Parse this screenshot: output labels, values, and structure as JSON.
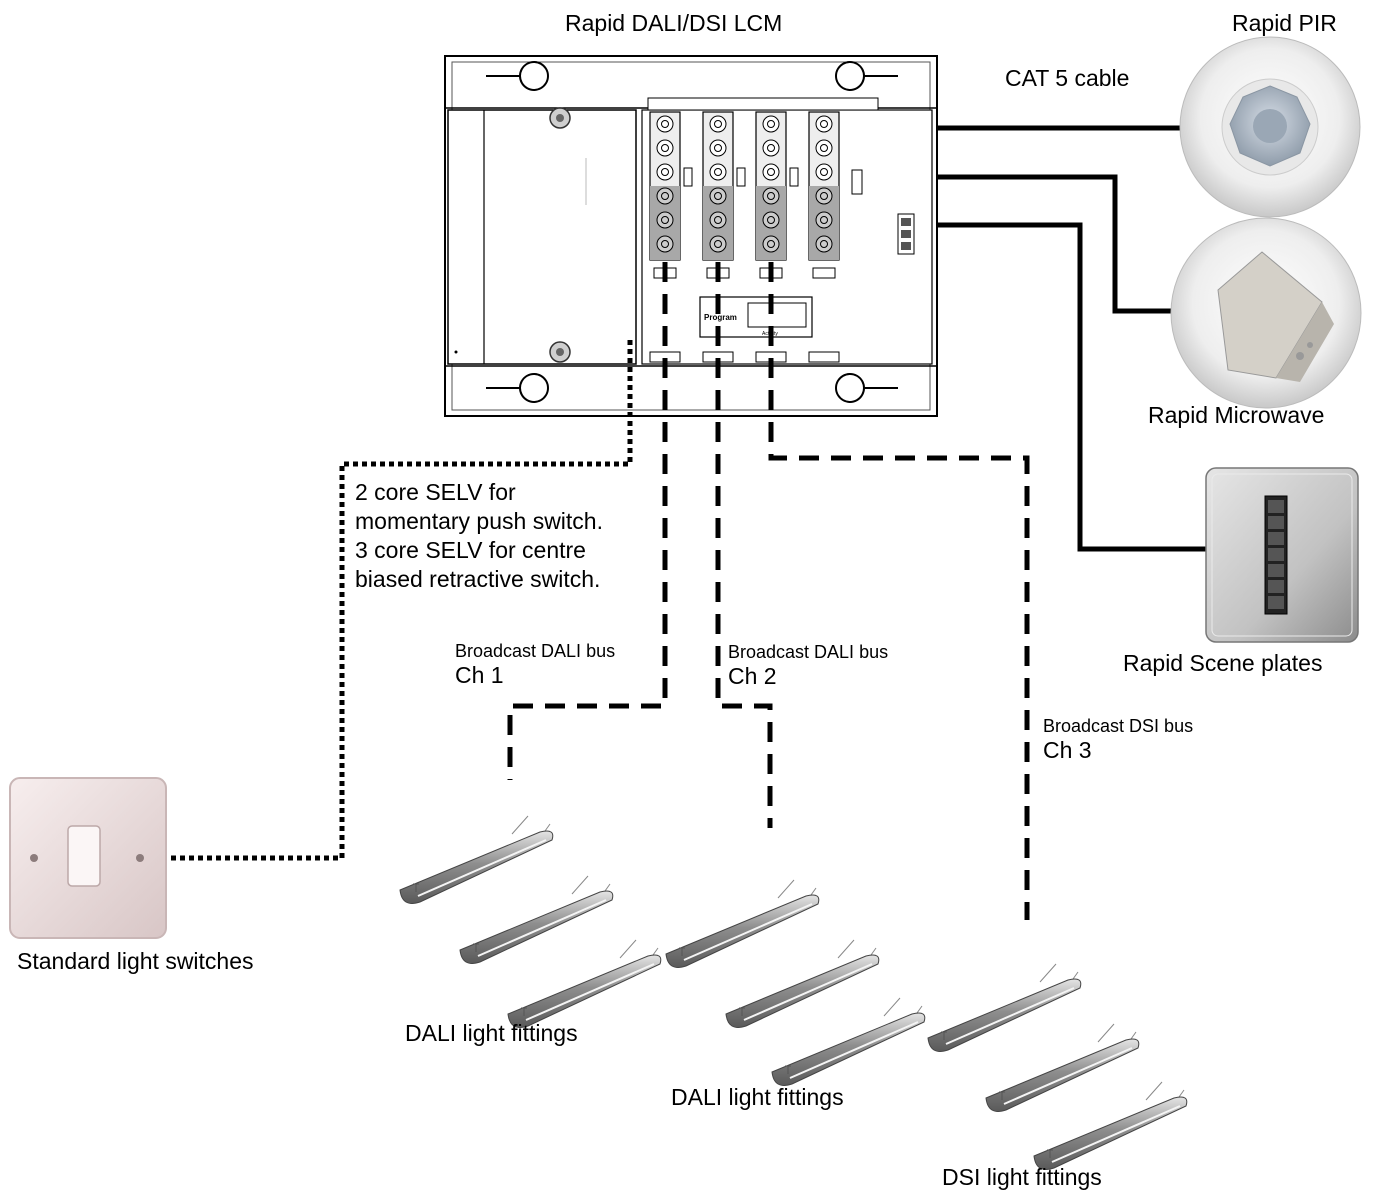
{
  "labels": {
    "lcm": "Rapid DALI/DSI LCM",
    "pir": "Rapid PIR",
    "cat5": "CAT 5 cable",
    "microwave": "Rapid Microwave",
    "scene_plates": "Rapid Scene plates",
    "standard_switches": "Standard light switches",
    "dali_fittings_1": "DALI light fittings",
    "dali_fittings_2": "DALI light fittings",
    "dsi_fittings": "DSI light fittings",
    "lcm_program": "Program",
    "lcm_activity": "Activity"
  },
  "selv_note": [
    "2 core SELV for",
    "momentary push switch.",
    "3 core SELV for centre",
    "biased retractive switch."
  ],
  "buses": {
    "ch1": {
      "title": "Broadcast DALI bus",
      "channel": "Ch 1"
    },
    "ch2": {
      "title": "Broadcast DALI bus",
      "channel": "Ch 2"
    },
    "ch3": {
      "title": "Broadcast DSI bus",
      "channel": "Ch 3"
    }
  },
  "colors": {
    "line": "#000000",
    "housing": "#ffffff",
    "terminal_dark": "#a8a8a8",
    "terminal_light": "#eeeeee",
    "sensor_face": "#f2f2f2",
    "lens": "#aeb9c6",
    "plate_metal": "#c9c9c9",
    "plate_buttons": "#1a1a1a",
    "switch_plate": "#efe2e2",
    "fitting_body": "#9a9a9a"
  }
}
